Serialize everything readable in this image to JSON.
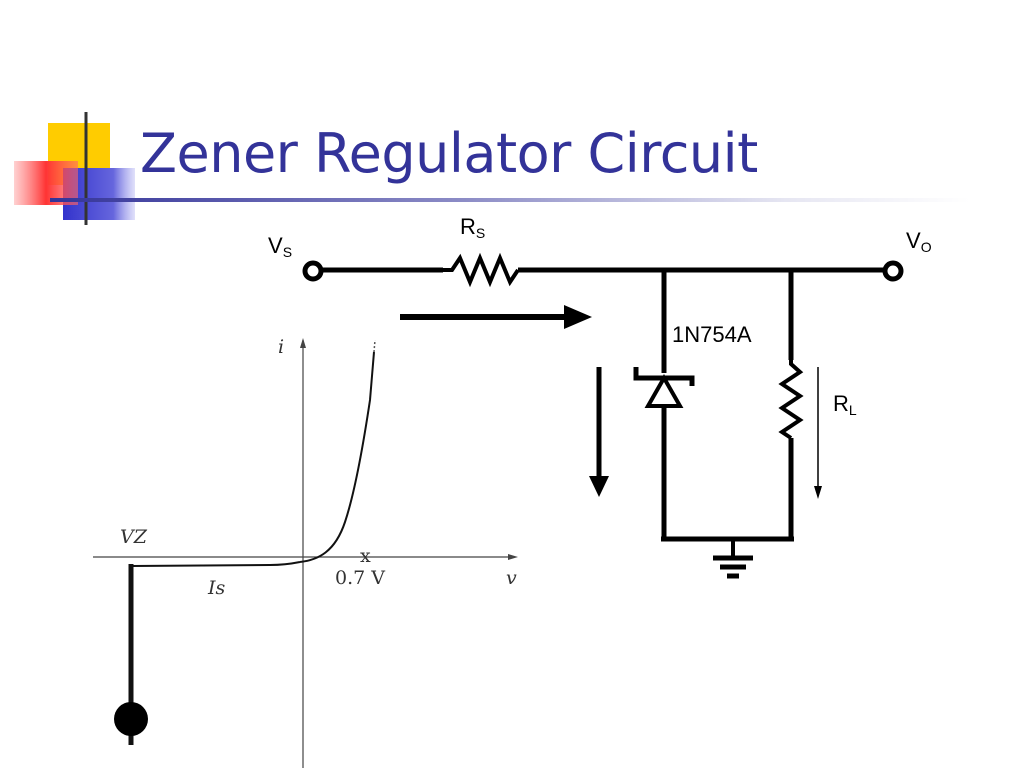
{
  "slide": {
    "title": "Zener Regulator Circuit"
  },
  "circuit": {
    "vs_main": "V",
    "vs_sub": "S",
    "rs_main": "R",
    "rs_sub": "S",
    "vo_main": "V",
    "vo_sub": "O",
    "rl_main": "R",
    "rl_sub": "L",
    "diode_part": "1N754A"
  },
  "iv_graph": {
    "i_axis_label": "i",
    "v_axis_label": "v",
    "vz_label": "VZ",
    "is_label": "Is",
    "knee_marker": "x",
    "forward_voltage": "0.7 V"
  },
  "colors": {
    "title": "#333399",
    "deco_yellow": "#ffcc00",
    "deco_red": "#ff3333",
    "deco_blue": "#3333cc"
  }
}
